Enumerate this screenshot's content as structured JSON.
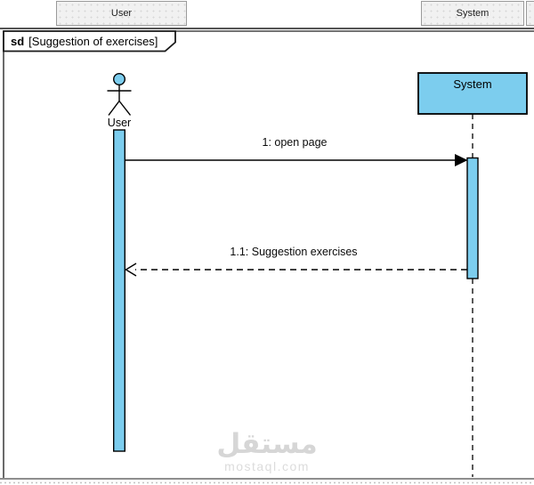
{
  "tab_bar": {
    "tabs": [
      {
        "label": "User"
      },
      {
        "label": "System"
      },
      {
        "label": ""
      }
    ]
  },
  "frame": {
    "operator": "sd",
    "title": "[Suggestion of exercises]"
  },
  "lifelines": {
    "actor": {
      "label": "User",
      "type": "actor"
    },
    "system": {
      "label": "System",
      "type": "object"
    }
  },
  "messages": [
    {
      "label": "1: open page",
      "style": "solid",
      "from": "User",
      "to": "System"
    },
    {
      "label": "1.1: Suggestion exercises",
      "style": "dashed-return",
      "from": "System",
      "to": "User"
    }
  ],
  "watermark": {
    "name_ar": "مستقل",
    "site": "mostaql.com"
  },
  "colors": {
    "shape_fill": "#7CCDEE",
    "shape_stroke": "#000000",
    "tab_bg": "#F1F1F1",
    "watermark": "#D6D6D6"
  }
}
